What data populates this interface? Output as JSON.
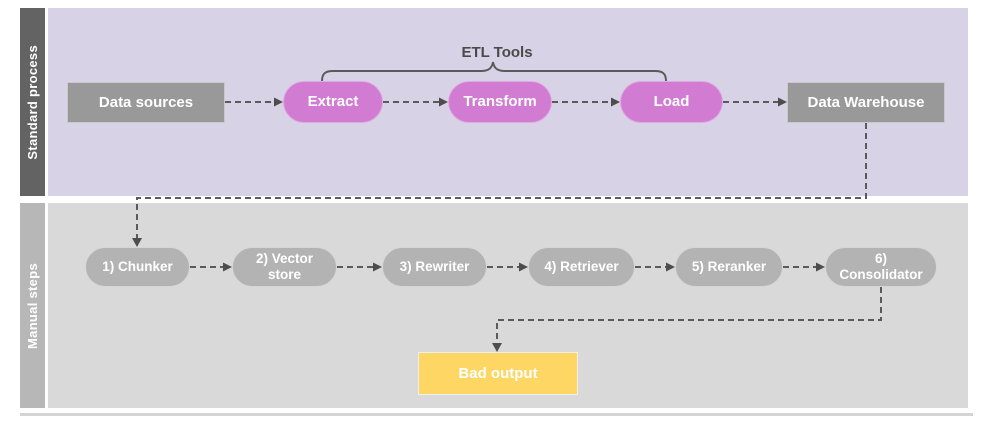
{
  "diagram": {
    "lanes": {
      "standard": {
        "label": "Standard process",
        "bracket_label": "ETL Tools",
        "nodes": {
          "data_sources": {
            "label": "Data sources"
          },
          "extract": {
            "label": "Extract"
          },
          "transform": {
            "label": "Transform"
          },
          "load": {
            "label": "Load"
          },
          "data_warehouse": {
            "label": "Data Warehouse"
          }
        }
      },
      "manual": {
        "label": "Manual steps",
        "steps": [
          {
            "label": "1) Chunker"
          },
          {
            "label": "2) Vector store"
          },
          {
            "label": "3) Rewriter"
          },
          {
            "label": "4) Retriever"
          },
          {
            "label": "5) Reranker"
          },
          {
            "label": "6) Consolidator"
          }
        ],
        "output": {
          "label": "Bad output"
        }
      }
    },
    "colors": {
      "standard_lane_bg": "#d8d2e7",
      "standard_sidebar_bg": "#636363",
      "manual_lane_bg": "#d9d9d9",
      "manual_sidebar_bg": "#b7b7b7",
      "process_box_fill": "#999999",
      "etl_pill_fill": "#d27bd2",
      "manual_pill_fill": "#b3b3b3",
      "bad_output_fill": "#fdd663",
      "connector": "#5a5a5a",
      "label_text": "#ffffff",
      "bracket_text": "#4a4a4a"
    }
  }
}
